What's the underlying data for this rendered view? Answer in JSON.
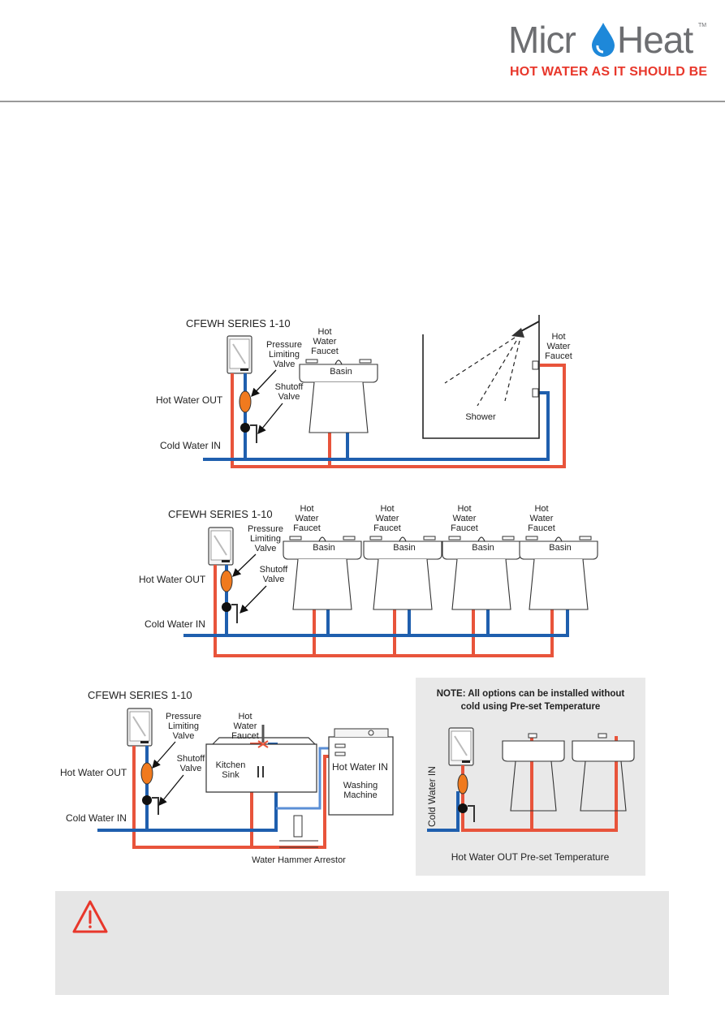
{
  "brand": {
    "name_left": "Micr",
    "name_right": "Heat",
    "tagline": "HOT WATER AS IT SHOULD BE",
    "colors": {
      "grey": "#6d6e71",
      "red": "#e8372b",
      "blue": "#1e88d9"
    }
  },
  "diagram1": {
    "title": "CFEWH SERIES 1-10",
    "hot_water_out": "Hot Water OUT",
    "cold_water_in": "Cold Water IN",
    "pressure_1": "Pressure",
    "pressure_2": "Limiting",
    "pressure_3": "Valve",
    "shutoff_1": "Shutoff",
    "shutoff_2": "Valve",
    "faucet_1": "Hot",
    "faucet_2": "Water",
    "faucet_3": "Faucet",
    "basin": "Basin",
    "shower_faucet_1": "Hot",
    "shower_faucet_2": "Water",
    "shower_faucet_3": "Faucet",
    "shower": "Shower"
  },
  "diagram2": {
    "title": "CFEWH SERIES 1-10",
    "hot_water_out": "Hot Water OUT",
    "cold_water_in": "Cold Water IN",
    "pressure_1": "Pressure",
    "pressure_2": "Limiting",
    "pressure_3": "Valve",
    "shutoff_1": "Shutoff",
    "shutoff_2": "Valve",
    "faucet_1": "Hot",
    "faucet_2": "Water",
    "faucet_3": "Faucet",
    "basin": "Basin"
  },
  "diagram3": {
    "title": "CFEWH SERIES 1-10",
    "hot_water_out": "Hot Water OUT",
    "cold_water_in": "Cold Water IN",
    "pressure_1": "Pressure",
    "pressure_2": "Limiting",
    "pressure_3": "Valve",
    "shutoff_1": "Shutoff",
    "shutoff_2": "Valve",
    "faucet_1": "Hot",
    "faucet_2": "Water",
    "faucet_3": "Faucet",
    "sink_1": "Kitchen",
    "sink_2": "Sink",
    "washer_hot_in": "Hot Water IN",
    "washer_1": "Washing",
    "washer_2": "Machine",
    "arrestor": "Water Hammer Arrestor"
  },
  "note": {
    "line1": "NOTE: All options can be installed without",
    "line2": "cold using Pre-set Temperature",
    "cold_in": "Cold Water IN",
    "hot_out": "Hot Water OUT Pre-set Temperature"
  },
  "warning": {
    "icon": "warning-triangle-icon"
  }
}
